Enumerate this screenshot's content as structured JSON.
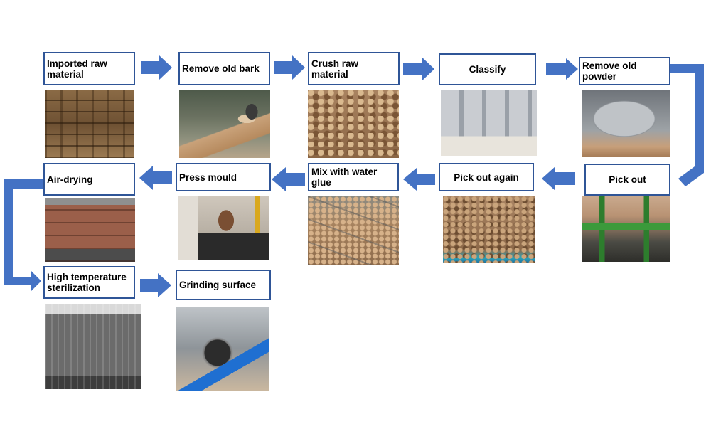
{
  "steps": [
    {
      "label": "Imported raw material",
      "image": "stacked-cork-bark-photo"
    },
    {
      "label": "Remove old bark",
      "image": "worker-removing-bark-photo"
    },
    {
      "label": "Crush raw material",
      "image": "crushed-cork-granules-photo"
    },
    {
      "label": "Classify",
      "image": "classifying-hoppers-photo"
    },
    {
      "label": "Remove old powder",
      "image": "powder-removal-machine-photo"
    },
    {
      "label": "Pick out",
      "image": "sorting-machine-photo"
    },
    {
      "label": "Pick out again",
      "image": "hand-picking-granules-photo"
    },
    {
      "label": "Mix with water glue",
      "image": "mixing-granules-with-glue-photo"
    },
    {
      "label": "Press mould",
      "image": "pressing-mould-photo"
    },
    {
      "label": "Air-drying",
      "image": "air-drying-drum-photo"
    },
    {
      "label": "High temperature sterilization",
      "image": "sterilization-oven-photo"
    },
    {
      "label": "Grinding surface",
      "image": "grinding-machine-photo"
    }
  ],
  "colors": {
    "arrow": "#4472c4",
    "box_border": "#2f5597"
  }
}
